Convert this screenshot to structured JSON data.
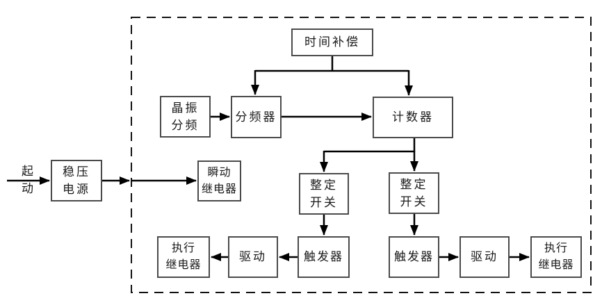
{
  "colors": {
    "background": "#ffffff",
    "wire": "#000000",
    "dashed_border": "#111111",
    "box_border": "#4a4a4a",
    "text": "#1a1a1a"
  },
  "diagram": {
    "start_label": "起\n动",
    "blocks": {
      "time_compensation": "时间补偿",
      "crystal_divider": "晶振\n分频",
      "frequency_divider": "分频器",
      "counter": "计数器",
      "regulated_power_supply": "稳压\n电源",
      "instantaneous_relay": "瞬动\n继电器",
      "setting_switch_left": "整定\n开关",
      "setting_switch_right": "整定\n开关",
      "trigger_left": "触发器",
      "trigger_right": "触发器",
      "driver_left": "驱动",
      "driver_right": "驱动",
      "executive_relay_left": "执行\n继电器",
      "executive_relay_right": "执行\n继电器"
    }
  }
}
